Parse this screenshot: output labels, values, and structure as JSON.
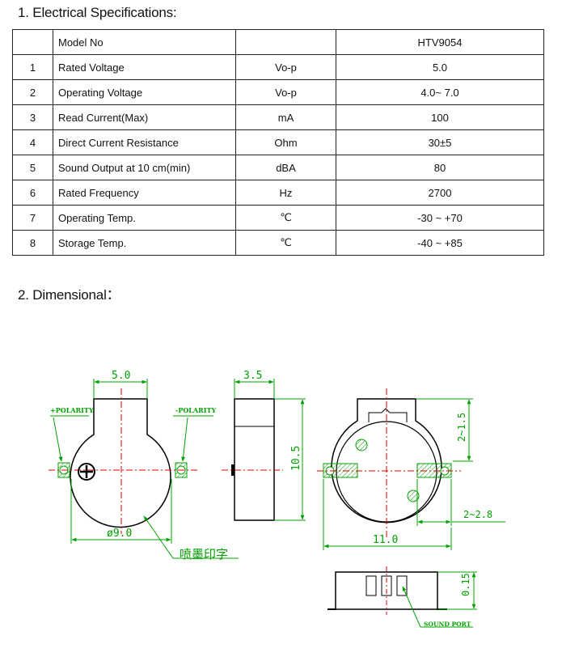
{
  "sections": {
    "spec_title": "1. Electrical Specifications:",
    "dim_title": "2. Dimensional："
  },
  "table": {
    "header": {
      "no": "",
      "param": "Model No",
      "unit": "",
      "value": "HTV9054"
    },
    "rows": [
      {
        "no": "1",
        "param": "Rated Voltage",
        "unit": "Vo-p",
        "value": "5.0"
      },
      {
        "no": "2",
        "param": "Operating Voltage",
        "unit": "Vo-p",
        "value": "4.0~ 7.0"
      },
      {
        "no": "3",
        "param": "Read Current(Max)",
        "unit": "mA",
        "value": "100"
      },
      {
        "no": "4",
        "param": "Direct Current Resistance",
        "unit": "Ohm",
        "value": "30±5"
      },
      {
        "no": "5",
        "param": "Sound Output at 10 cm(min)",
        "unit": "dBA",
        "value": "80"
      },
      {
        "no": "6",
        "param": "Rated Frequency",
        "unit": "Hz",
        "value": "2700"
      },
      {
        "no": "7",
        "param": "Operating Temp.",
        "unit": "℃",
        "value": "-30 ~ +70"
      },
      {
        "no": "8",
        "param": "Storage Temp.",
        "unit": "℃",
        "value": "-40 ~ +85"
      }
    ]
  },
  "drawing": {
    "front": {
      "width_label": "5.0",
      "dia_label": "ø9.0",
      "pos_label": "+POLARITY",
      "neg_label": "-POLARITY",
      "print_label": "喷墨印字"
    },
    "side": {
      "width_label": "3.5",
      "height_label": "10.5"
    },
    "back": {
      "top_label": "2~1.5",
      "right_label": "2~2.8",
      "width_label": "11.0"
    },
    "bottom": {
      "height_label": "0.15",
      "port_label": "SOUND PORT"
    },
    "colors": {
      "dim": "#00a000",
      "center": "#e00000",
      "outline": "#000000"
    }
  }
}
